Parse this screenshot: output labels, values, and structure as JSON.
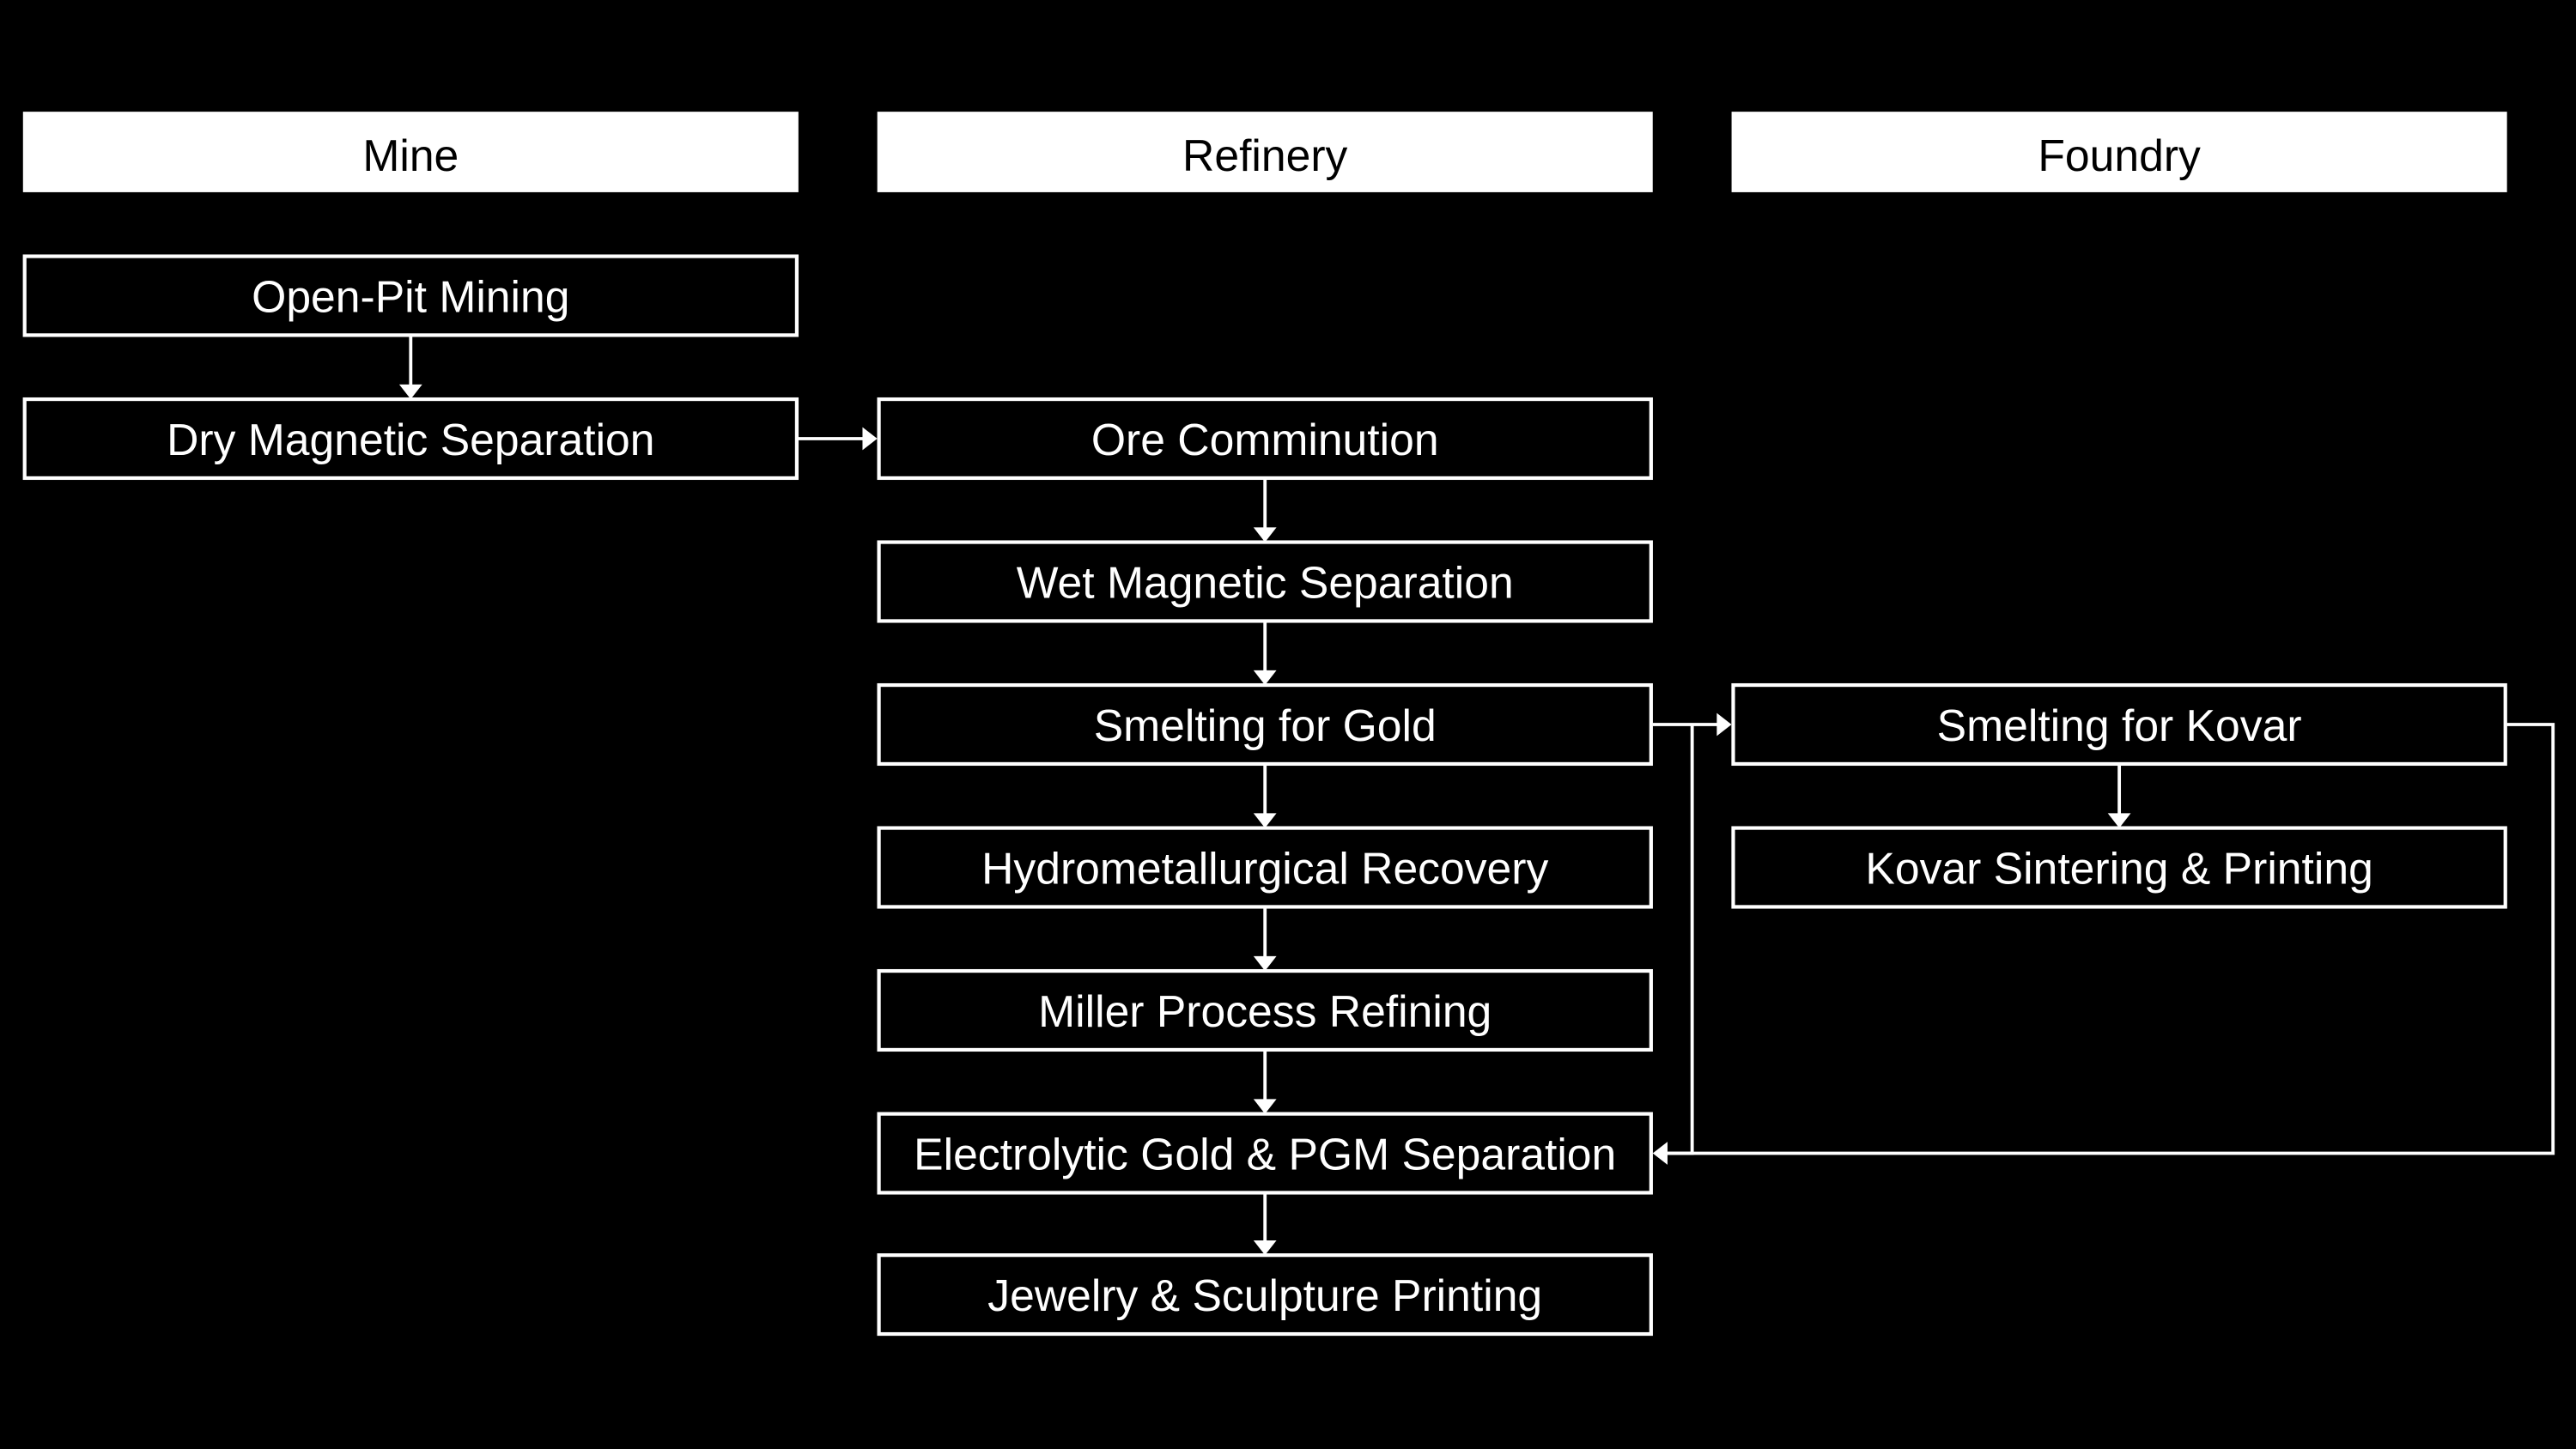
{
  "diagram": {
    "type": "swimlane-flowchart",
    "colors": {
      "background": "#000000",
      "foreground": "#ffffff",
      "header_fill": "#ffffff",
      "header_text": "#000000"
    },
    "lanes": [
      {
        "id": "mine",
        "label": "Mine"
      },
      {
        "id": "refinery",
        "label": "Refinery"
      },
      {
        "id": "foundry",
        "label": "Foundry"
      }
    ],
    "nodes": [
      {
        "id": "open_pit",
        "lane": "mine",
        "label": "Open-Pit Mining"
      },
      {
        "id": "dry_mag",
        "lane": "mine",
        "label": "Dry Magnetic Separation"
      },
      {
        "id": "ore_comm",
        "lane": "refinery",
        "label": "Ore Comminution"
      },
      {
        "id": "wet_mag",
        "lane": "refinery",
        "label": "Wet Magnetic Separation"
      },
      {
        "id": "smelt_gold",
        "lane": "refinery",
        "label": "Smelting for Gold"
      },
      {
        "id": "hydro",
        "lane": "refinery",
        "label": "Hydrometallurgical Recovery"
      },
      {
        "id": "miller",
        "lane": "refinery",
        "label": "Miller Process Refining"
      },
      {
        "id": "electro",
        "lane": "refinery",
        "label": "Electrolytic Gold & PGM Separation"
      },
      {
        "id": "jewelry",
        "lane": "refinery",
        "label": "Jewelry & Sculpture Printing"
      },
      {
        "id": "smelt_kovar",
        "lane": "foundry",
        "label": "Smelting for Kovar"
      },
      {
        "id": "kovar_sinter",
        "lane": "foundry",
        "label": "Kovar Sintering & Printing"
      }
    ],
    "edges": [
      {
        "from": "open_pit",
        "to": "dry_mag"
      },
      {
        "from": "dry_mag",
        "to": "ore_comm"
      },
      {
        "from": "ore_comm",
        "to": "wet_mag"
      },
      {
        "from": "wet_mag",
        "to": "smelt_gold"
      },
      {
        "from": "smelt_gold",
        "to": "hydro"
      },
      {
        "from": "smelt_gold",
        "to": "smelt_kovar"
      },
      {
        "from": "smelt_gold",
        "to": "electro"
      },
      {
        "from": "hydro",
        "to": "miller"
      },
      {
        "from": "miller",
        "to": "electro"
      },
      {
        "from": "electro",
        "to": "jewelry"
      },
      {
        "from": "smelt_kovar",
        "to": "kovar_sinter"
      },
      {
        "from": "smelt_kovar",
        "to": "electro"
      }
    ]
  }
}
